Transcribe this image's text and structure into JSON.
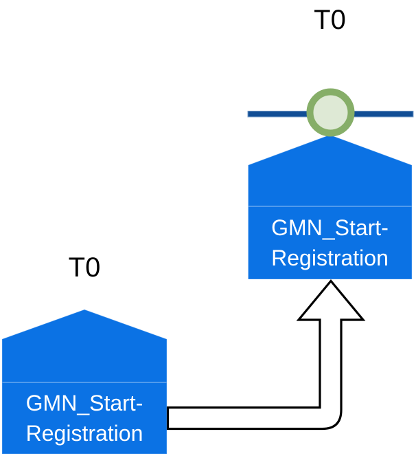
{
  "diagram_title": "event timeline diagram",
  "blocks": {
    "right": {
      "time_label": "T0",
      "label_lines": [
        "GMN_Start-",
        "Registration"
      ]
    },
    "left": {
      "time_label": "T0",
      "label_lines": [
        "GMN_Start-",
        "Registration"
      ]
    }
  },
  "icons": {
    "milestone_circle": "green-ring-milestone-circle",
    "connector": "bent-up-arrow",
    "block_shape": "pentagon-house-block",
    "timeline": "horizontal-timeline-bar"
  },
  "colors": {
    "block_blue": "#0b72e4",
    "timeline_navy": "#114e95",
    "milestone_ring_green": "#86ae68",
    "milestone_fill_green": "#dee9d5",
    "connector_fill": "#ffffff",
    "connector_outline": "#000000",
    "label_text": "#ffffff",
    "time_label_text": "#000000"
  }
}
